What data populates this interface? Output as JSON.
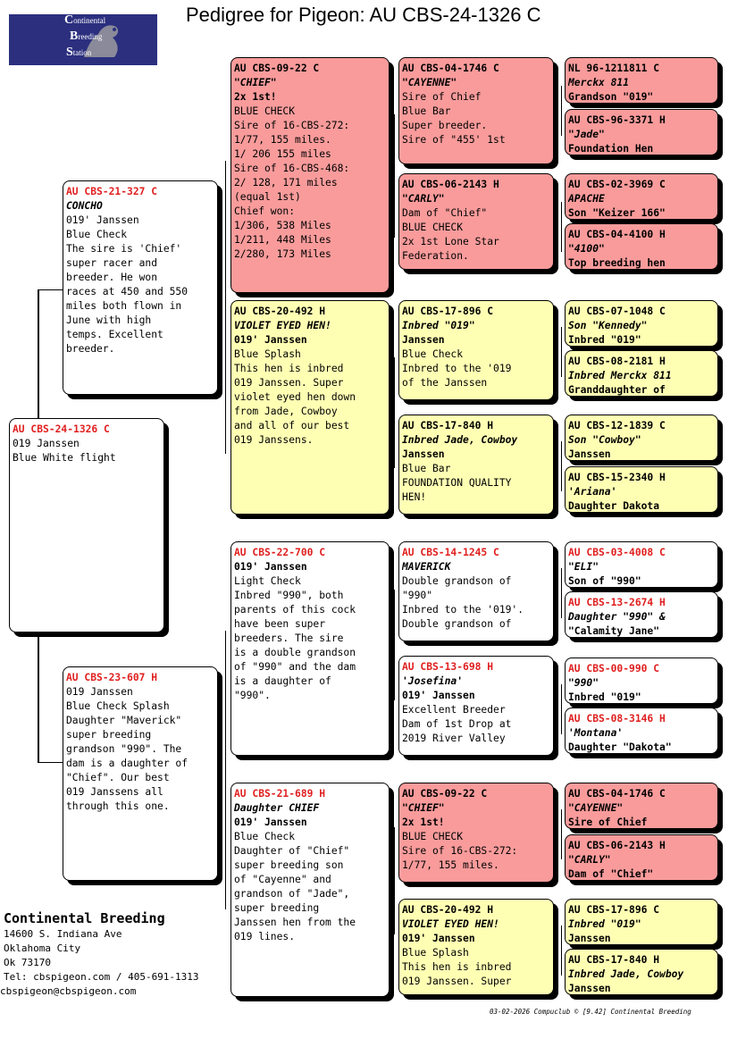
{
  "title": "Pedigree for Pigeon: AU  CBS-24-1326 C",
  "logo": {
    "line1": "Continental",
    "line2": "Breeding",
    "line3": "Station",
    "c": "C",
    "b": "B",
    "s": "S"
  },
  "footer": {
    "name": "Continental Breeding",
    "address1": "14600 S. Indiana Ave",
    "address2": "Oklahoma City",
    "address3": "Ok 73170",
    "tel": "Tel: cbspigeon.com / 405-691-1313",
    "email": "cbspigeon@cbspigeon.com"
  },
  "stamp": "03-02-2026   Compuclub © [9.42]  Continental Breeding",
  "birds": {
    "subject": {
      "id": "AU  CBS-24-1326 C",
      "lines": [
        "",
        "019 Janssen",
        "Blue White flight"
      ]
    },
    "sire": {
      "id": "AU  CBS-21-327 C",
      "name": "CONCHO",
      "lines": [
        "019' Janssen",
        "Blue Check",
        "The sire is 'Chief'",
        "super racer and",
        "breeder. He won",
        "races at 450 and 550",
        "miles both flown in",
        "June with high",
        "temps. Excellent",
        "breeder."
      ]
    },
    "dam": {
      "id": "AU  CBS-23-607 H",
      "lines": [
        "",
        "019 Janssen",
        "Blue Check Splash",
        "Daughter \"Maverick\"",
        "super breeding",
        "grandson \"990\". The",
        "dam is a daughter of",
        "\"Chief\". Our best",
        "019 Janssens all",
        "through this one."
      ]
    },
    "ss": {
      "id": "AU  CBS-09-22 C",
      "name": "\"CHIEF\"",
      "bold": "2x 1st!",
      "lines": [
        "BLUE CHECK",
        "Sire of 16-CBS-272:",
        "1/77, 155 miles.",
        "1/ 206 155 miles",
        "Sire of 16-CBS-468:",
        "2/ 128, 171 miles",
        "(equal 1st)",
        "Chief won:",
        "1/306, 538 Miles",
        "1/211, 448 Miles",
        "2/280, 173 Miles"
      ]
    },
    "sd": {
      "id": "AU  CBS-20-492 H",
      "name": "VIOLET EYED HEN!",
      "lines": [
        "019' Janssen",
        "Blue Splash",
        "This hen is inbred",
        "019 Janssen. Super",
        "violet eyed hen down",
        "from Jade, Cowboy",
        "and all of our best",
        "019 Janssens."
      ]
    },
    "ds": {
      "id": "AU  CBS-22-700 C",
      "lines": [
        "",
        "019' Janssen",
        "Light Check",
        "Inbred \"990\", both",
        "parents of this cock",
        "have been super",
        "breeders. The sire",
        "is a double grandson",
        "of \"990\" and the dam",
        "is a daughter of",
        "\"990\"."
      ]
    },
    "dd": {
      "id": "AU  CBS-21-689 H",
      "name": "Daughter CHIEF",
      "lines": [
        "019' Janssen",
        "Blue Check",
        "Daughter of \"Chief\"",
        "super breeding son",
        "of \"Cayenne\" and",
        "grandson of \"Jade\",",
        "super breeding",
        "Janssen hen from the",
        "019 lines."
      ]
    },
    "sss": {
      "id": "AU  CBS-04-1746 C",
      "name": "\"CAYENNE\"",
      "lines": [
        "Sire of Chief",
        "Blue Bar",
        "Super breeder.",
        "Sire of \"455' 1st"
      ]
    },
    "ssd": {
      "id": "AU  CBS-06-2143 H",
      "name": "\"CARLY\"",
      "lines": [
        "Dam of \"Chief\"",
        "BLUE CHECK",
        "2x 1st Lone Star",
        "Federation."
      ]
    },
    "sds": {
      "id": "AU  CBS-17-896 C",
      "name": "Inbred \"019\"",
      "lines": [
        "Janssen",
        "Blue Check",
        "Inbred to the '019",
        "of the Janssen"
      ]
    },
    "sdd": {
      "id": "AU  CBS-17-840 H",
      "name": "Inbred Jade, Cowboy",
      "lines": [
        "Janssen",
        "Blue Bar",
        "FOUNDATION QUALITY",
        "HEN!"
      ]
    },
    "dss": {
      "id": "AU  CBS-14-1245 C",
      "name": "MAVERICK",
      "lines": [
        "Double grandson of",
        "\"990\"",
        "Inbred to the '019'.",
        "Double grandson of"
      ]
    },
    "dsd": {
      "id": "AU  CBS-13-698 H",
      "name": "'Josefina'",
      "lines": [
        "019' Janssen",
        "Excellent Breeder",
        "Dam of 1st Drop at",
        "2019 River Valley"
      ]
    },
    "dds": {
      "id": "AU  CBS-09-22 C",
      "name": "\"CHIEF\"",
      "bold": "2x 1st!",
      "lines": [
        "BLUE CHECK",
        "Sire of 16-CBS-272:",
        "1/77, 155 miles."
      ]
    },
    "ddd": {
      "id": "AU  CBS-20-492 H",
      "name": "VIOLET EYED HEN!",
      "lines": [
        "019' Janssen",
        "Blue Splash",
        "This hen is inbred",
        "019 Janssen. Super"
      ]
    },
    "g1": {
      "id": "NL  96-1211811 C",
      "name": "Merckx 811",
      "lines": [
        "Grandson \"019\""
      ]
    },
    "g2": {
      "id": "AU  CBS-96-3371 H",
      "name": "\"Jade\"",
      "lines": [
        "Foundation Hen"
      ]
    },
    "g3": {
      "id": "AU  CBS-02-3969 C",
      "name": "APACHE",
      "lines": [
        "Son \"Keizer 166\""
      ]
    },
    "g4": {
      "id": "AU  CBS-04-4100 H",
      "name": "\"4100\"",
      "lines": [
        "Top breeding hen"
      ]
    },
    "g5": {
      "id": "AU  CBS-07-1048 C",
      "name": "Son \"Kennedy\"",
      "lines": [
        "Inbred \"019\""
      ]
    },
    "g6": {
      "id": "AU  CBS-08-2181 H",
      "name": "Inbred Merckx 811",
      "lines": [
        "Granddaughter of"
      ]
    },
    "g7": {
      "id": "AU  CBS-12-1839 C",
      "name": "Son \"Cowboy\"",
      "lines": [
        "Janssen"
      ]
    },
    "g8": {
      "id": "AU  CBS-15-2340 H",
      "name": "'Ariana'",
      "lines": [
        "Daughter Dakota"
      ]
    },
    "g9": {
      "id": "AU  CBS-03-4008 C",
      "name": "\"ELI\"",
      "lines": [
        "Son of \"990\""
      ]
    },
    "g10": {
      "id": "AU  CBS-13-2674 H",
      "name": "Daughter \"990\" &",
      "lines": [
        "\"Calamity Jane\""
      ]
    },
    "g11": {
      "id": "AU  CBS-00-990 C",
      "name": "\"990\"",
      "lines": [
        "Inbred \"019\""
      ]
    },
    "g12": {
      "id": "AU  CBS-08-3146 H",
      "name": "'Montana'",
      "lines": [
        "Daughter \"Dakota\""
      ]
    },
    "g13": {
      "id": "AU  CBS-04-1746 C",
      "name": "\"CAYENNE\"",
      "lines": [
        "Sire of Chief"
      ]
    },
    "g14": {
      "id": "AU  CBS-06-2143 H",
      "name": "\"CARLY\"",
      "lines": [
        "Dam of \"Chief\""
      ]
    },
    "g15": {
      "id": "AU  CBS-17-896 C",
      "name": "Inbred \"019\"",
      "lines": [
        "Janssen"
      ]
    },
    "g16": {
      "id": "AU  CBS-17-840 H",
      "name": "Inbred Jade, Cowboy",
      "lines": [
        "Janssen"
      ]
    }
  }
}
